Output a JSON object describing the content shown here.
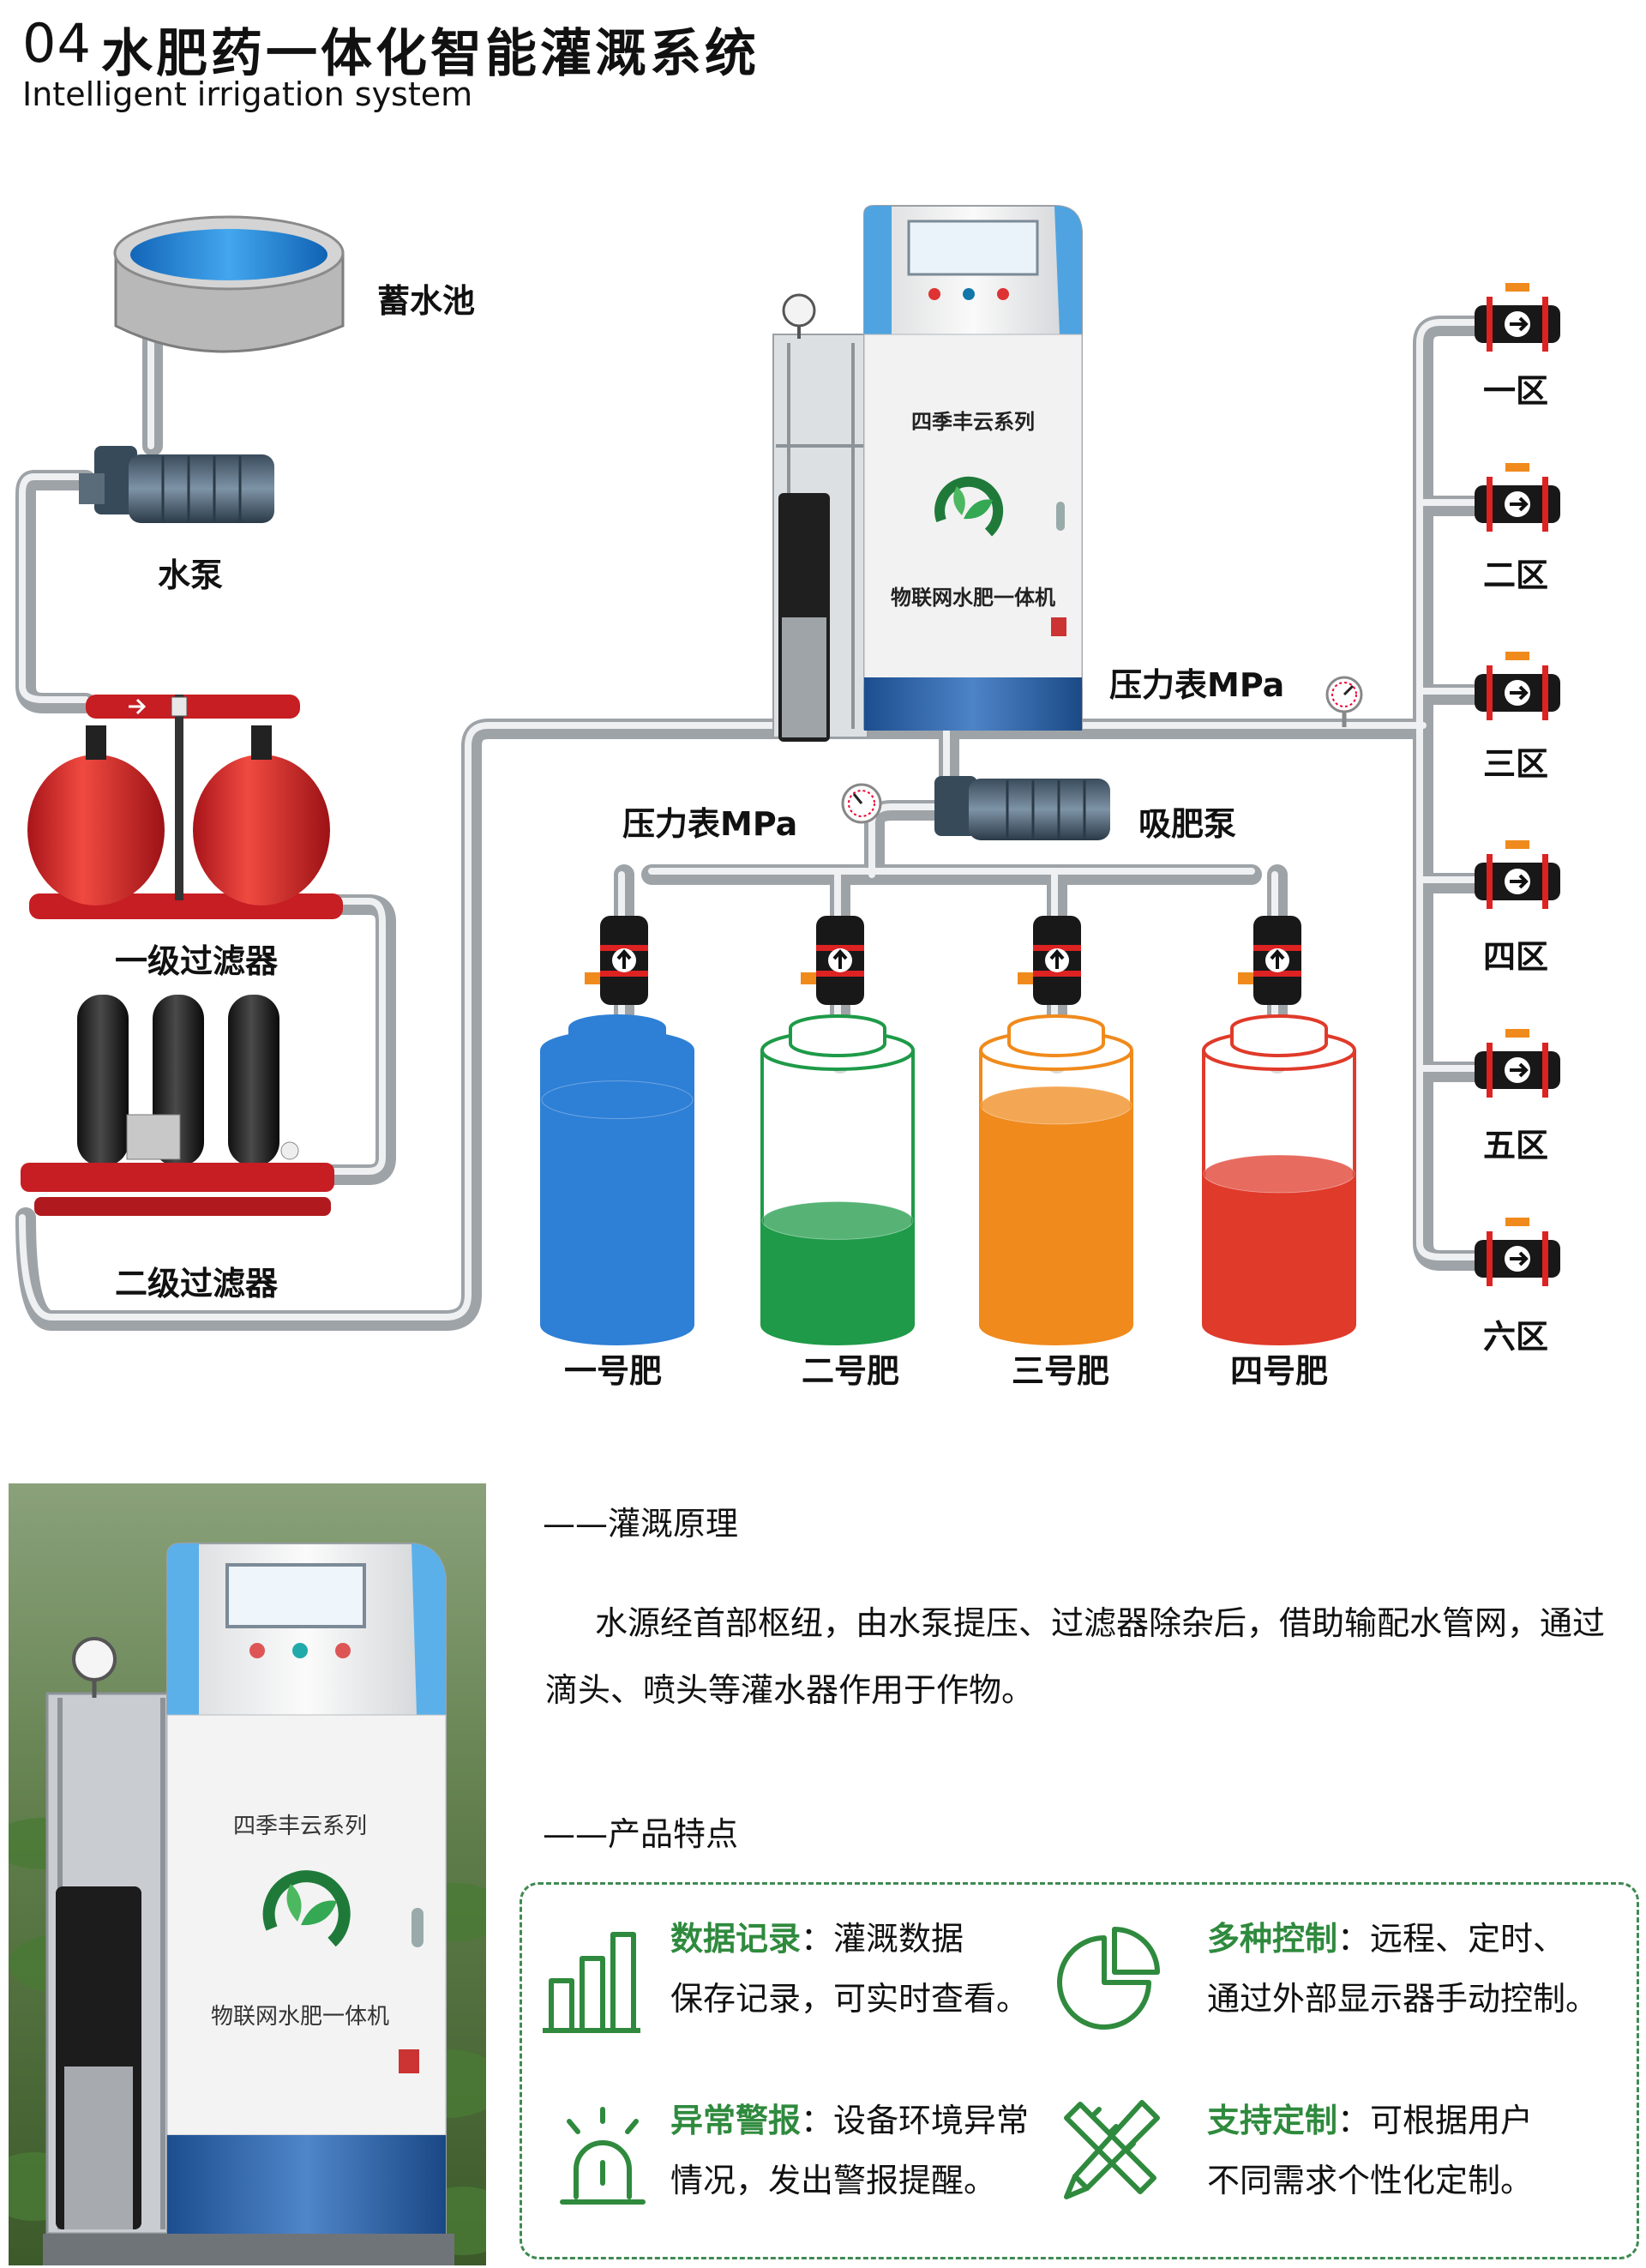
{
  "header": {
    "number": "04",
    "title": "水肥药一体化智能灌溉系统",
    "subtitle": "Intelligent irrigation system"
  },
  "diagram": {
    "labels": {
      "reservoir": "蓄水池",
      "pump": "水泵",
      "filter1": "一级过滤器",
      "filter2": "二级过滤器",
      "gauge_main": "压力表MPa",
      "gauge_fert": "压力表MPa",
      "suction_pump": "吸肥泵"
    },
    "machine": {
      "series": "四季丰云系列",
      "name": "物联网水肥一体机"
    },
    "zones": [
      "一区",
      "二区",
      "三区",
      "四区",
      "五区",
      "六区"
    ],
    "tanks": [
      {
        "label": "一号肥",
        "color": "#2e7fd6",
        "level": 0.82
      },
      {
        "label": "二号肥",
        "color": "#1e9a48",
        "level": 0.38
      },
      {
        "label": "三号肥",
        "color": "#f08a1c",
        "level": 0.8
      },
      {
        "label": "四号肥",
        "color": "#e03a2a",
        "level": 0.55
      }
    ]
  },
  "principle": {
    "title": "——灌溉原理",
    "text": "水源经首部枢纽，由水泵提压、过滤器除杂后，借助输配水管网，通过滴头、喷头等灌水器作用于作物。"
  },
  "features": {
    "title": "——产品特点",
    "items": [
      {
        "key": "数据记录",
        "line1": "：灌溉数据",
        "line2": "保存记录，可实时查看。",
        "icon": "bar-chart-icon"
      },
      {
        "key": "多种控制",
        "line1": "：远程、定时、",
        "line2": "通过外部显示器手动控制。",
        "icon": "pie-chart-icon"
      },
      {
        "key": "异常警报",
        "line1": "：设备环境异常",
        "line2": "情况，发出警报提醒。",
        "icon": "alarm-light-icon"
      },
      {
        "key": "支持定制",
        "line1": "：可根据用户",
        "line2": "不同需求个性化定制。",
        "icon": "ruler-pencil-icon"
      }
    ]
  },
  "photo": {
    "series": "四季丰云系列",
    "name": "物联网水肥一体机"
  },
  "colors": {
    "accent_green": "#2f8a3e",
    "pipe": "#c9ccd0",
    "filter_red": "#d72a25"
  }
}
